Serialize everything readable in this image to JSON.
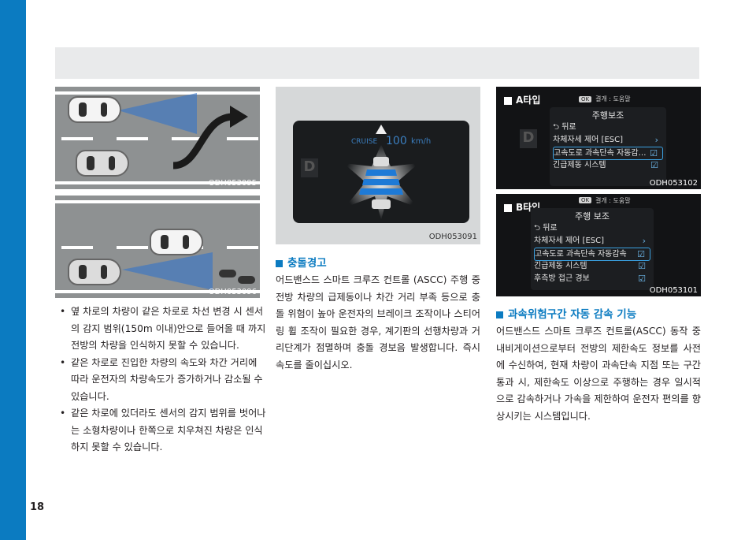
{
  "page": {
    "number": "18"
  },
  "left_column": {
    "figure1_code": "ODH053095",
    "figure2_code": "ODH053096",
    "bullets": [
      "옆 차로의 차량이 같은 차로로 차선 변경 시 센서의 감지 범위(150m 이내)안으로 들어올 때 까지 전방의 차량을 인식하지 못할 수 있습니다.",
      "같은 차로로 진입한 차량의 속도와 차간 거리에 따라 운전자의 차량속도가 증가하거나 감소될 수 있습니다.",
      "같은 차로에 있더라도 센서의 감지 범위를 벗어나는 소형차량이나 한쪽으로 치우쳐진 차량은 인식하지 못할 수 있습니다."
    ]
  },
  "middle_column": {
    "figure_code": "ODH053091",
    "cluster": {
      "gear": "D",
      "cruise_text": "CRUISE",
      "speed": "100",
      "unit": "km/h",
      "warning_icon": "warning-triangle-icon"
    },
    "heading": "충돌경고",
    "body": "어드밴스드 스마트 크루즈 컨트롤 (ASCC) 주행 중 전방 차량의 급제동이나 차간 거리 부족 등으로 충돌 위험이 높아 운전자의 브레이크 조작이나 스티어링 휠 조작이 필요한 경우, 계기판의 선행차량과 거리단계가 점멸하며 충돌 경보음 발생합니다. 즉시 속도를 줄이십시오."
  },
  "right_column": {
    "typeA": {
      "label": "A타입",
      "code": "ODH053102",
      "ok": "OK",
      "hint": "결개 : 도움말",
      "gear": "D",
      "title": "주행보조",
      "items": [
        "⮌ 뒤로",
        "차체자세 제어 [ESC]",
        "고속도로 과속단속 자동감…",
        "긴급제동 시스템"
      ]
    },
    "typeB": {
      "label": "B타입",
      "code": "ODH053101",
      "ok": "OK",
      "hint": "결개 : 도움말",
      "title": "주행 보조",
      "items": [
        "⮌ 뒤로",
        "차체자세 제어 [ESC]",
        "고속도로 과속단속 자동감속",
        "긴급제동 시스템",
        "후측방 접근 경보"
      ]
    },
    "heading": "과속위험구간 자동 감속 기능",
    "body": "어드밴스드 스마트 크루즈 컨트롤(ASCC) 동작 중 내비게이션으로부터 전방의 제한속도 정보를 사전에 수신하여, 현재 차량이 과속단속 지점 또는 구간 통과 시, 제한속도 이상으로 주행하는 경우 일시적으로 감속하거나 가속을 제한하여 운전자 편의를 향상시키는 시스템입니다."
  },
  "colors": {
    "accent": "#0b7bc1",
    "topbar": "#e9eaeb",
    "panel": "#d6d8d9"
  }
}
